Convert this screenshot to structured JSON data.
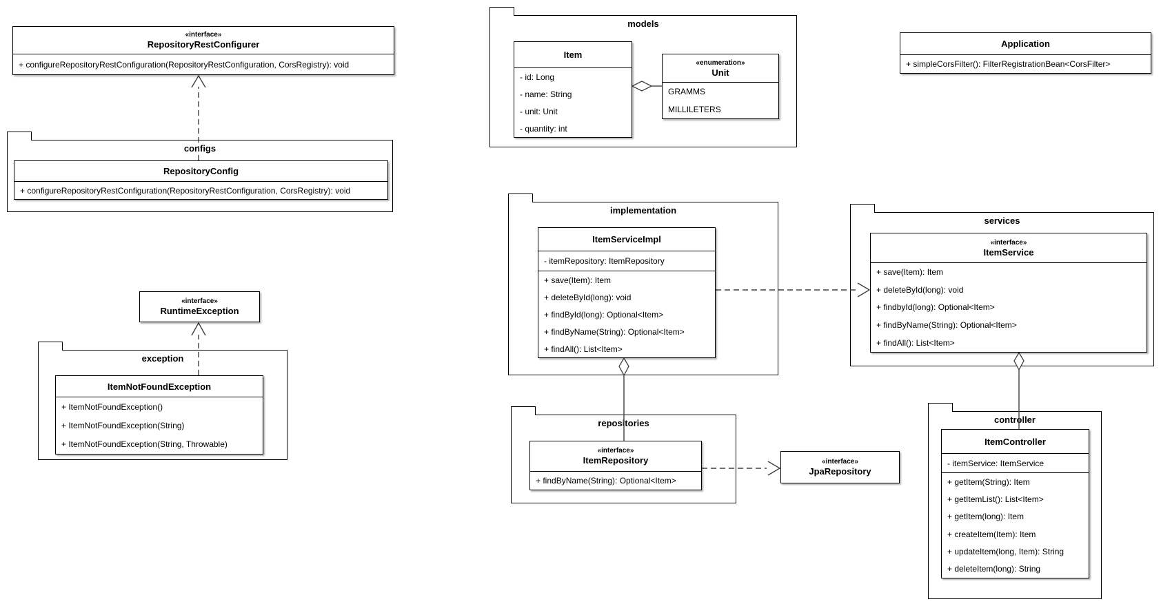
{
  "packages": {
    "configs": "configs",
    "exception": "exception",
    "models": "models",
    "implementation": "implementation",
    "services": "services",
    "repositories": "repositories",
    "controller": "controller"
  },
  "classes": {
    "repositoryRestConfigurer": {
      "stereotype": "«interface»",
      "name": "RepositoryRestConfigurer",
      "methods": [
        "+ configureRepositoryRestConfiguration(RepositoryRestConfiguration, CorsRegistry): void"
      ]
    },
    "repositoryConfig": {
      "name": "RepositoryConfig",
      "methods": [
        "+ configureRepositoryRestConfiguration(RepositoryRestConfiguration, CorsRegistry): void"
      ]
    },
    "runtimeException": {
      "stereotype": "«interface»",
      "name": "RuntimeException"
    },
    "itemNotFoundException": {
      "name": "ItemNotFoundException",
      "methods": [
        "+ ItemNotFoundException()",
        "+ ItemNotFoundException(String)",
        "+ ItemNotFoundException(String, Throwable)"
      ]
    },
    "item": {
      "name": "Item",
      "attributes": [
        "- id: Long",
        "- name: String",
        "- unit: Unit",
        "- quantity: int"
      ]
    },
    "unit": {
      "stereotype": "«enumeration»",
      "name": "Unit",
      "values": [
        "GRAMMS",
        "MILLILETERS"
      ]
    },
    "application": {
      "name": "Application",
      "methods": [
        "+ simpleCorsFilter(): FilterRegistrationBean<CorsFilter>"
      ]
    },
    "itemServiceImpl": {
      "name": "ItemServiceImpl",
      "attributes": [
        "- itemRepository: ItemRepository"
      ],
      "methods": [
        "+ save(Item): Item",
        "+ deleteById(long): void",
        "+ findById(long): Optional<Item>",
        "+ findByName(String): Optional<Item>",
        "+ findAll(): List<Item>"
      ]
    },
    "itemService": {
      "stereotype": "«interface»",
      "name": "ItemService",
      "methods": [
        "+ save(Item): Item",
        "+ deleteById(long): void",
        "+ findbyId(long): Optional<Item>",
        "+ findByName(String): Optional<Item>",
        "+ findAll(): List<Item>"
      ]
    },
    "itemRepository": {
      "stereotype": "«interface»",
      "name": "ItemRepository",
      "methods": [
        "+ findByName(String): Optional<Item>"
      ]
    },
    "jpaRepository": {
      "stereotype": "«interface»",
      "name": "JpaRepository"
    },
    "itemController": {
      "name": "ItemController",
      "attributes": [
        "- itemService: ItemService"
      ],
      "methods": [
        "+ getItem(String): Item",
        "+ getItemList(): List<Item>",
        "+ getItem(long): Item",
        "+ createItem(Item): Item",
        "+ updateItem(long, Item): String",
        "+ deleteItem(long): String"
      ]
    }
  }
}
